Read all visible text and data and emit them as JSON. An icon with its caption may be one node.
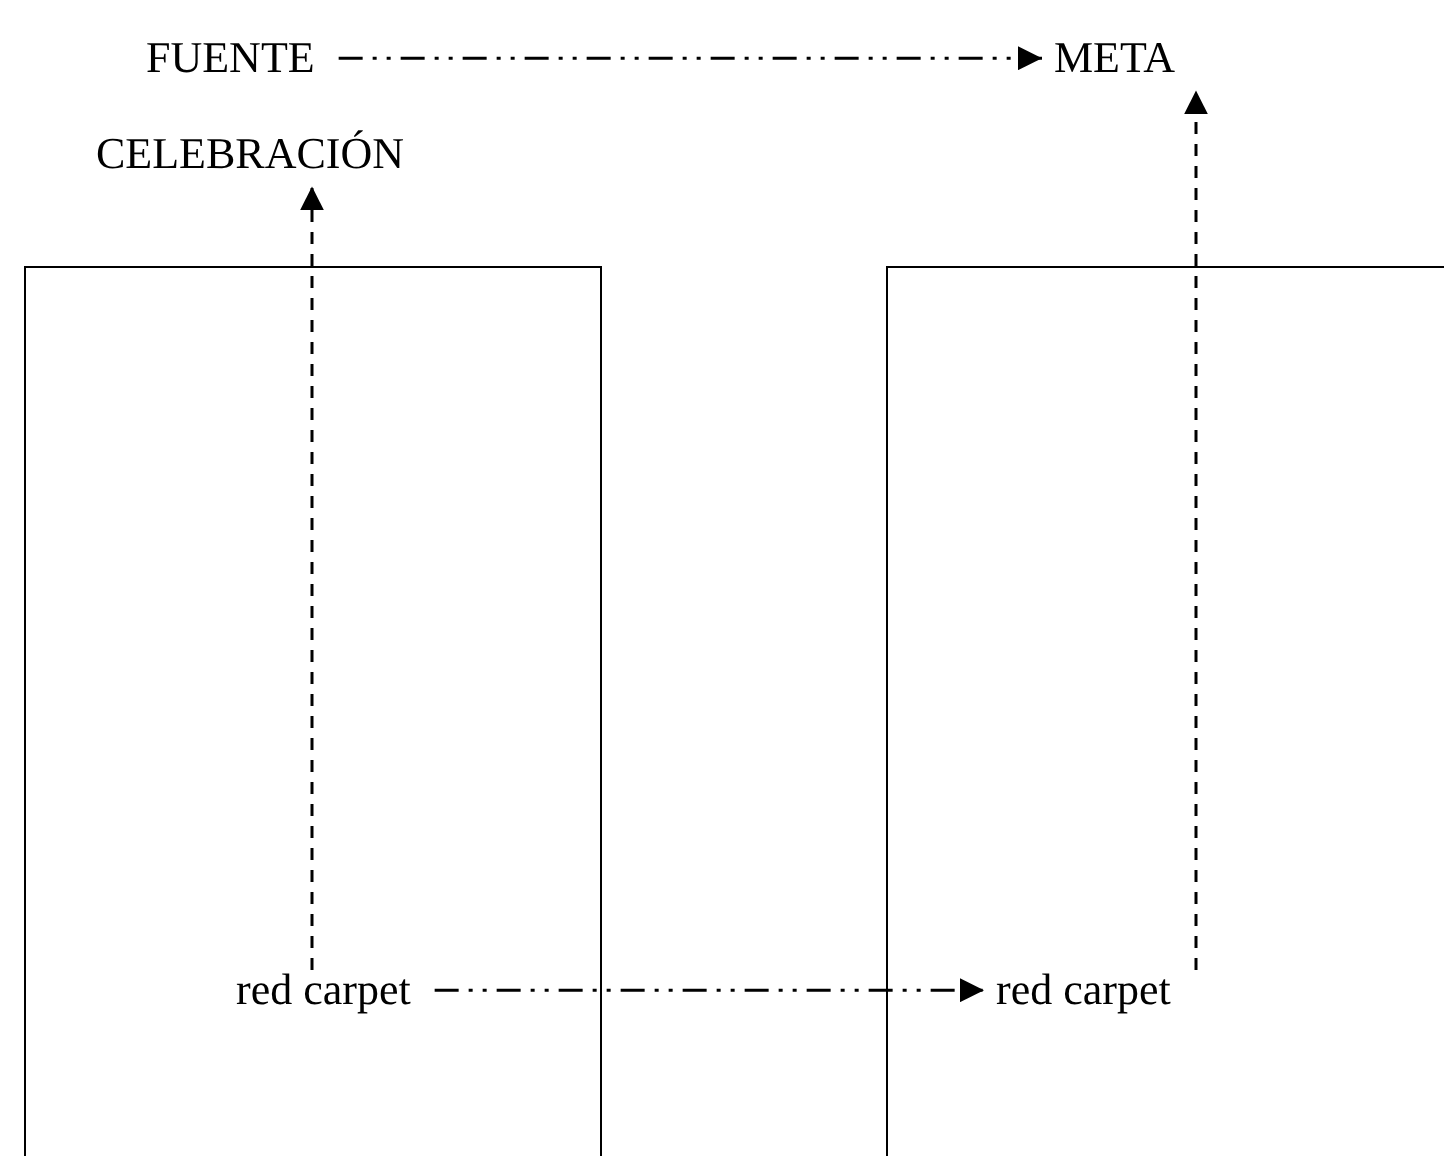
{
  "diagram": {
    "nodes": [
      {
        "text": [
          "FUENTE"
        ]
      },
      {
        "text": [
          "META"
        ]
      },
      {
        "text": [
          "CELEBRACIÓN"
        ]
      },
      {
        "text": [],
        "shape": "box"
      },
      {
        "text": [],
        "shape": "box"
      },
      {
        "text": [
          "red carpet"
        ],
        "in": 3
      },
      {
        "text": [
          "red carpet"
        ],
        "in": 4
      }
    ],
    "edges": [
      {
        "from": 0,
        "to": 1,
        "arrow": "to"
      },
      {
        "from": 5,
        "to": 2,
        "arrow": "to",
        "style": "dashed"
      },
      {
        "from": 6,
        "to": 1,
        "arrow": "to",
        "style": "dashed"
      },
      {
        "from": 5,
        "to": 6,
        "arrow": "to"
      }
    ]
  }
}
